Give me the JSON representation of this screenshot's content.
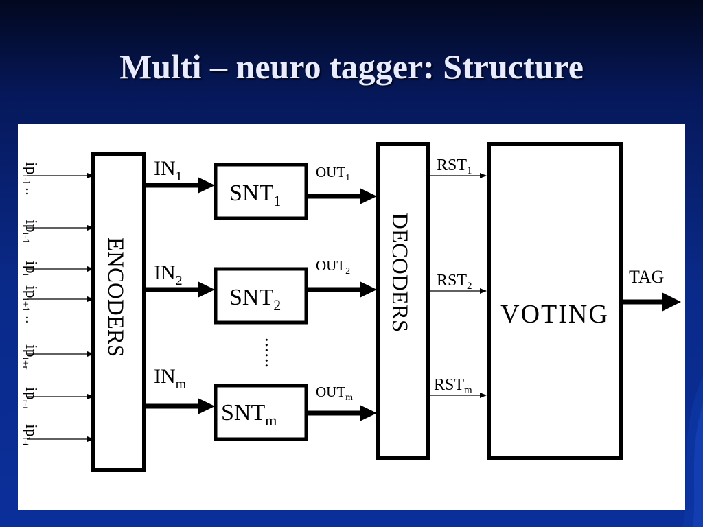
{
  "slide": {
    "title": "Multi – neuro tagger: Structure"
  },
  "diagram": {
    "inputs": [
      "ip",
      "ip",
      "ip",
      "ip",
      "ip",
      "ip",
      "ip"
    ],
    "input_subscripts": [
      "t-l",
      "t-1",
      "t",
      "t+1",
      "t+r",
      "r-t",
      "l-t"
    ],
    "input_separators": [
      "..",
      "",
      "",
      "..",
      "",
      ""
    ],
    "encoders_label": "ENCODERS",
    "decoders_label": "DECODERS",
    "voting_label": "VOTING",
    "output_label": "TAG",
    "ellipsis": "......",
    "channels": [
      {
        "in": "IN",
        "in_sub": "1",
        "snt": "SNT",
        "snt_sub": "1",
        "out": "OUT",
        "out_sub": "1",
        "rst": "RST",
        "rst_sub": "1"
      },
      {
        "in": "IN",
        "in_sub": "2",
        "snt": "SNT",
        "snt_sub": "2",
        "out": "OUT",
        "out_sub": "2",
        "rst": "RST",
        "rst_sub": "2"
      },
      {
        "in": "IN",
        "in_sub": "m",
        "snt": "SNT",
        "snt_sub": "m",
        "out": "OUT",
        "out_sub": "m",
        "rst": "RST",
        "rst_sub": "m"
      }
    ]
  },
  "colors": {
    "background_top": "#02081f",
    "background_bottom": "#0b2f9a",
    "title": "#e9ecff",
    "panel": "#ffffff"
  }
}
